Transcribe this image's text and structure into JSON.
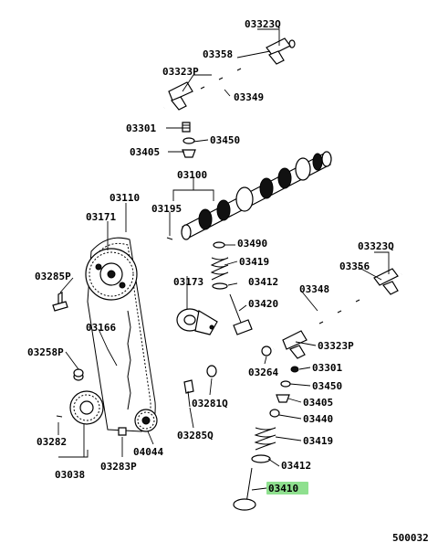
{
  "diagram": {
    "figure_code": "500032",
    "highlight_color": "#8fe08f",
    "labels": {
      "p03323q_top": "03323Q",
      "p03358_top": "03358",
      "p03323p_top": "03323P",
      "p03349": "03349",
      "p03301_top": "03301",
      "p03450_top": "03450",
      "p03405_top": "03405",
      "p03100": "03100",
      "p03110": "03110",
      "p03171": "03171",
      "p03195": "03195",
      "p03490": "03490",
      "p03419_top": "03419",
      "p03412_top": "03412",
      "p03420": "03420",
      "p03173": "03173",
      "p03285p": "03285P",
      "p03166": "03166",
      "p03258p": "03258P",
      "p03323q_right": "03323Q",
      "p03356": "03356",
      "p03348": "03348",
      "p03323p_right": "03323P",
      "p03264": "03264",
      "p03301_right": "03301",
      "p03450_right": "03450",
      "p03405_right": "03405",
      "p03440": "03440",
      "p03419_right": "03419",
      "p03412_right": "03412",
      "p03410": "03410",
      "p03281q": "03281Q",
      "p03285q": "03285Q",
      "p04044": "04044",
      "p03283p": "03283P",
      "p03282": "03282",
      "p03038": "03038"
    }
  }
}
